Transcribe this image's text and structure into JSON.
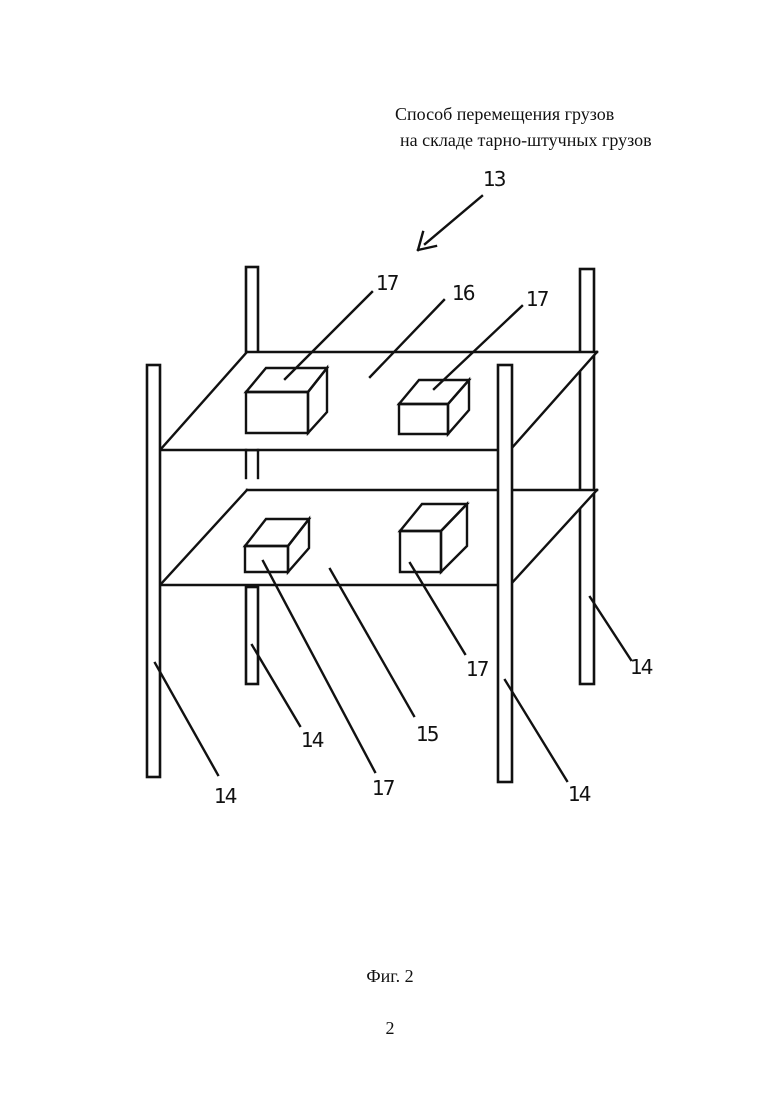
{
  "title_line1": "Способ перемещения грузов",
  "title_line2": "на складе тарно-штучных грузов",
  "figure_caption": "Фиг. 2",
  "page_number": "2",
  "labels": {
    "rack": "13",
    "posts": "14",
    "lower_shelf": "15",
    "upper_shelf": "16",
    "cargo": "17"
  }
}
